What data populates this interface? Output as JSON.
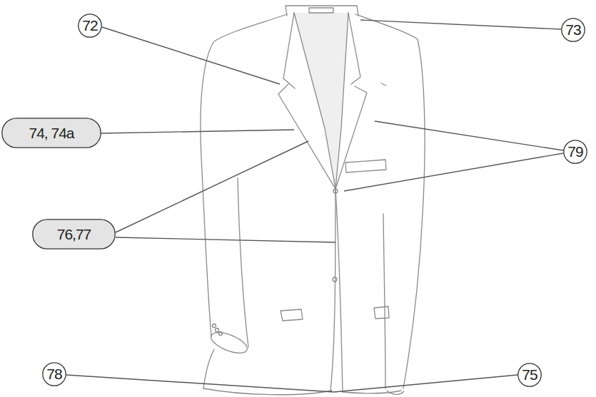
{
  "diagram": {
    "nodes": [
      {
        "text": [
          "72"
        ]
      },
      {
        "text": [
          "73"
        ]
      },
      {
        "text": [
          "74, 74a"
        ]
      },
      {
        "text": [
          "79"
        ]
      },
      {
        "text": [
          "76,77"
        ]
      },
      {
        "text": [
          "78"
        ]
      },
      {
        "text": [
          "75"
        ]
      }
    ]
  }
}
